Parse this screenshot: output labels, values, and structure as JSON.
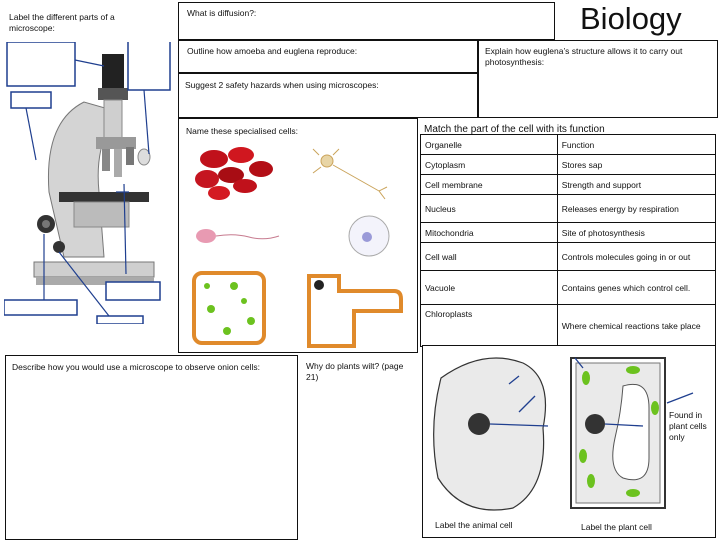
{
  "title": "Biology",
  "prompts": {
    "label_microscope": "Label the different parts of a microscope:",
    "diffusion": "What is diffusion?:",
    "reproduce": "Outline how amoeba and euglena reproduce:",
    "euglena": "Explain how euglena’s structure allows it to carry out photosynthesis:",
    "hazards": "Suggest 2 safety hazards when using microscopes:",
    "specialised": "Name these specialised cells:",
    "onion": "Describe how you would use a microscope to observe onion cells:",
    "wilt": "Why do plants wilt? (page 21)"
  },
  "match": {
    "heading": "Match the part of the cell with its function",
    "header_left": "Organelle",
    "header_right": "Function",
    "organelles": [
      "Cytoplasm",
      "Cell membrane",
      "Nucleus",
      "Mitochondria",
      "Cell wall",
      "Vacuole",
      "Chloroplasts"
    ],
    "functions": [
      "Stores sap",
      "Strength and support",
      "Releases energy by respiration",
      "Site of photosynthesis",
      "Controls molecules going in or out",
      "Contains genes which control cell.",
      "Where chemical reactions take place"
    ]
  },
  "cells": {
    "animal_label": "Label the animal cell",
    "plant_label": "Label the plant cell",
    "plant_note": "Found in plant cells only"
  },
  "colors": {
    "red_blood": "#c0111b",
    "cell_wall_orange": "#e08a2b",
    "chloroplast_green": "#6cc21f",
    "nucleus": "#333333",
    "outline_blue": "#1f3f8f"
  }
}
